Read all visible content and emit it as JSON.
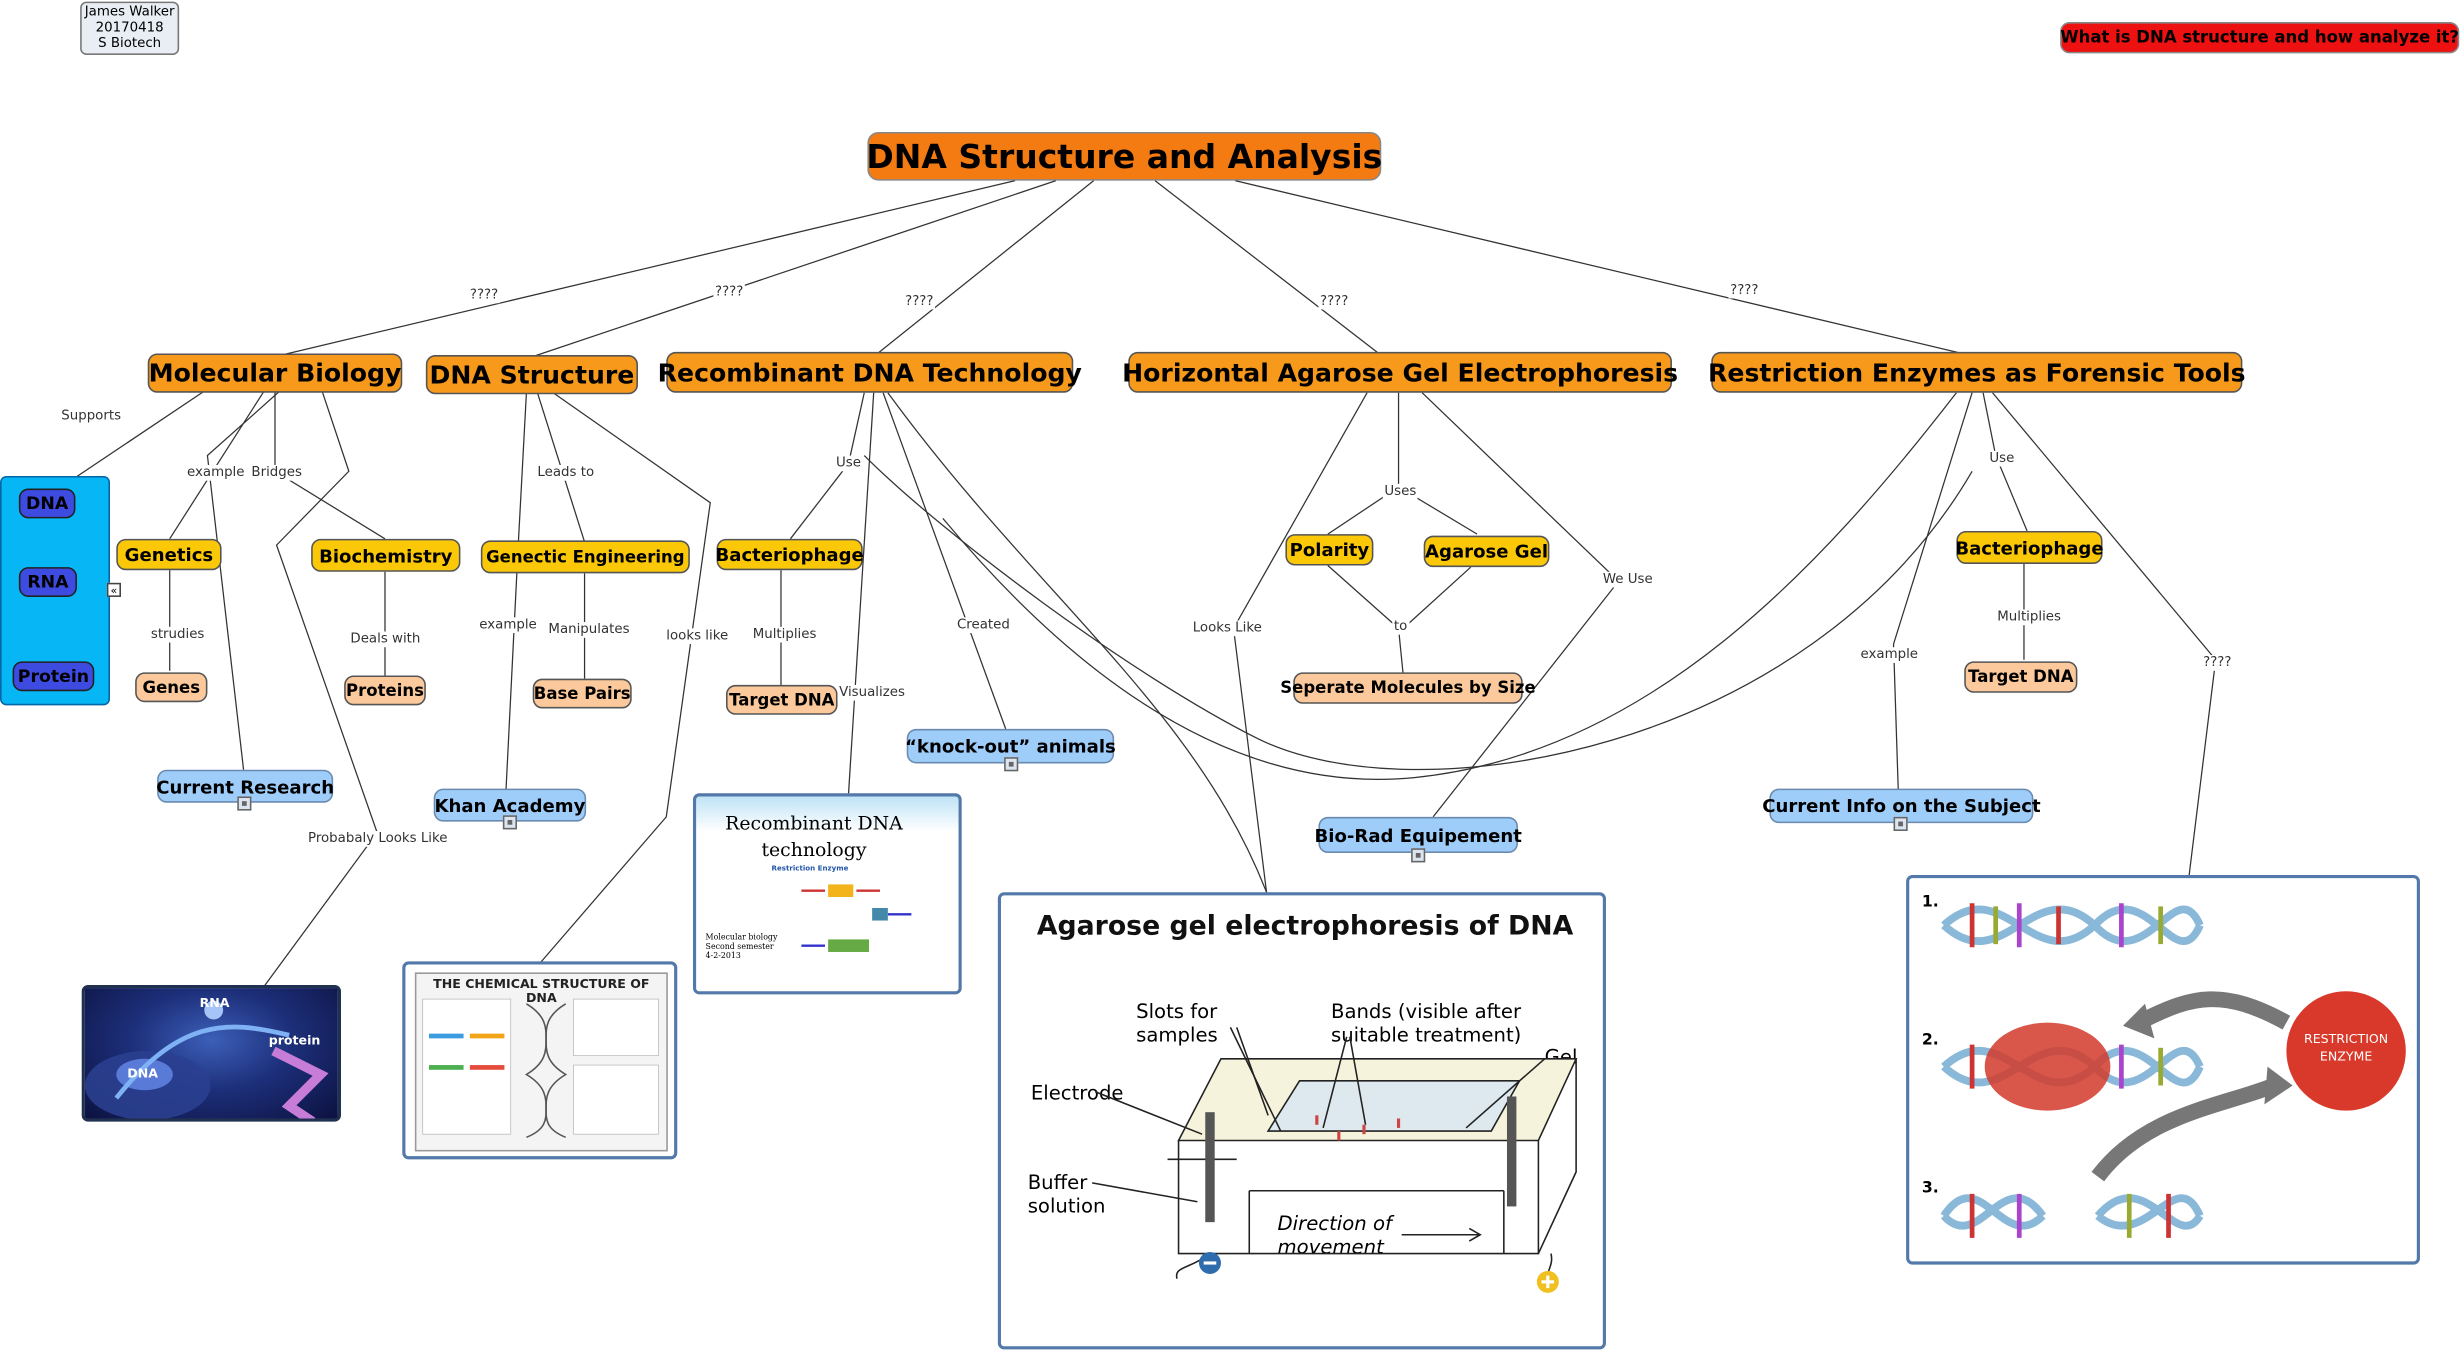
{
  "author_box": {
    "name": "James Walker",
    "date": "20170418",
    "class": "S Biotech"
  },
  "question": "What is DNA structure and how analyze it?",
  "root": "DNA Structure and Analysis",
  "root_link_label": "????",
  "categories": {
    "molecular_biology": "Molecular Biology",
    "dna_structure": "DNA Structure",
    "recombinant": "Recombinant DNA Technology",
    "electrophoresis": "Horizontal Agarose Gel Electrophoresis",
    "restriction": "Restriction Enzymes as Forensic Tools"
  },
  "nodes": {
    "dna": "DNA",
    "rna": "RNA",
    "protein": "Protein",
    "genetics": "Genetics",
    "biochemistry": "Biochemistry",
    "genes": "Genes",
    "proteins": "Proteins",
    "current_research": "Current Research",
    "genetic_engineering": "Genectic Engineering",
    "base_pairs": "Base Pairs",
    "khan_academy": "Khan Academy",
    "bacteriophage_1": "Bacteriophage",
    "target_dna_1": "Target DNA",
    "knockout": "“knock-out” animals",
    "polarity": "Polarity",
    "agarose_gel": "Agarose Gel",
    "separate": "Seperate Molecules by Size",
    "biorad": "Bio-Rad Equipement",
    "bacteriophage_2": "Bacteriophage",
    "target_dna_2": "Target DNA",
    "current_info": "Current Info on the Subject"
  },
  "link_labels": {
    "supports": "Supports",
    "example": "example",
    "bridges": "Bridges",
    "studies": "strudies",
    "deals_with": "Deals with",
    "probably": "Probabaly Looks Like",
    "leads_to": "Leads to",
    "manipulates": "Manipulates",
    "looks_like_lower": "looks like",
    "use": "Use",
    "multiplies": "Multiplies",
    "visualizes": "Visualizes",
    "created": "Created",
    "looks_like": "Looks Like",
    "uses": "Uses",
    "to": "to",
    "we_use": "We Use",
    "unknown": "????"
  },
  "images": {
    "cell_rna": "RNA",
    "cell_dna": "DNA",
    "cell_protein": "protein",
    "chem_title": "THE CHEMICAL STRUCTURE OF DNA",
    "recomb_title": "Recombinant DNA technology",
    "recomb_sub": "Restriction Enzyme",
    "recomb_footer": "Molecular biology\nSecond semester\n4-2-2013",
    "gel_title": "Agarose gel electrophoresis of DNA",
    "gel_slots": "Slots for\nsamples",
    "gel_bands": "Bands (visible after\nsuitable treatment)",
    "gel_gel": "Gel",
    "gel_electrode": "Electrode",
    "gel_buffer": "Buffer\nsolution",
    "gel_direction": "Direction of\nmovement",
    "enzyme_steps": [
      "1.",
      "2.",
      "3."
    ],
    "enzyme_label": "RESTRICTION\nENZYME"
  },
  "colors": {
    "root": "#f47a12",
    "category": "#f79a1b",
    "concept": "#fbc808",
    "leaf": "#fbc99c",
    "resource": "#9fcdfa",
    "question": "#ee1111",
    "blue_panel": "#07b7f5"
  }
}
